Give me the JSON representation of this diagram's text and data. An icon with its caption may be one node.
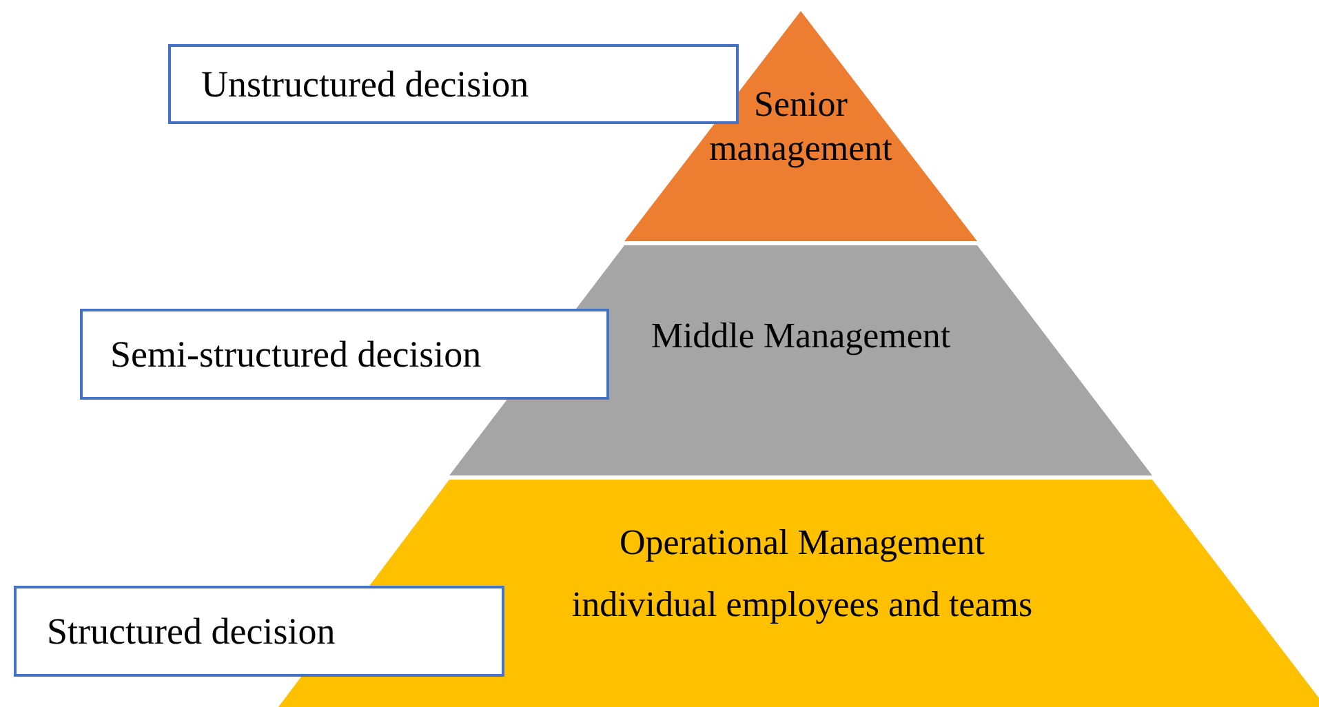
{
  "diagram": {
    "nodes": [
      {
        "text": [
          "Unstructured decision"
        ]
      },
      {
        "text": [
          "Senior management"
        ]
      },
      {
        "text": [
          "Semi-structured decision"
        ]
      },
      {
        "text": [
          "Middle Management"
        ]
      },
      {
        "text": [
          "Structured decision"
        ]
      },
      {
        "text": [
          "Operational Management",
          "individual employees and teams"
        ]
      }
    ]
  }
}
